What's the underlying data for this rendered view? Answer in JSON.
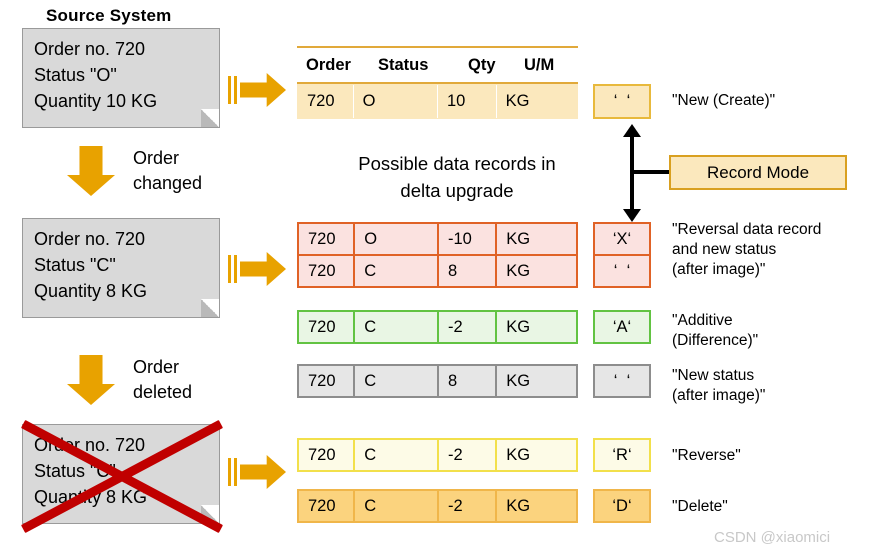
{
  "meta": {
    "source_system_title": "Source System",
    "center_caption_line1": "Possible data records in",
    "center_caption_line2": "delta upgrade",
    "watermark": "CSDN @xiaomici"
  },
  "colors": {
    "arrow_orange": "#e8a200",
    "card_gray": "#d9d9d9",
    "cream_fill": "#fbe8bd",
    "cream_border": "#e8b93c",
    "red_fill": "#fbe2e0",
    "red_border": "#e06226",
    "green_fill": "#e9f6e4",
    "green_border": "#62c342",
    "gray_fill": "#e6e6e6",
    "gray_border": "#8d8d8d",
    "pale_fill": "#fdfbe7",
    "pale_border": "#f2e04b",
    "amber_fill": "#fbd37e",
    "amber_border": "#f0b64a",
    "cross_red": "#c00000",
    "watermark_gray": "#c8c8c8"
  },
  "source_cards": [
    {
      "id": "card-initial",
      "line1": "Order no. 720",
      "line2": "Status \"O\"",
      "line3": "Quantity 10 KG",
      "struck_out": false
    },
    {
      "id": "card-changed",
      "line1": "Order no. 720",
      "line2": "Status \"C\"",
      "line3": "Quantity 8 KG",
      "struck_out": false
    },
    {
      "id": "card-deleted",
      "line1": "Order no. 720",
      "line2": "Status \"C\"",
      "line3": "Quantity 8 KG",
      "struck_out": true
    }
  ],
  "transitions": [
    {
      "id": "transition-changed",
      "line1": "Order",
      "line2": "changed"
    },
    {
      "id": "transition-deleted",
      "id2": "",
      "line1": "Order",
      "line2": "deleted"
    }
  ],
  "table": {
    "headers": [
      "Order",
      "Status",
      "Qty",
      "U/M"
    ],
    "record_mode_callout": "Record Mode",
    "rows": [
      {
        "id": "row-create",
        "variant": "cream",
        "order": "720",
        "status": "O",
        "qty": "10",
        "um": "KG",
        "record_mode": "‘  ‘",
        "description": "\"New (Create)\""
      },
      {
        "id": "row-reversal",
        "variant": "red",
        "order": "720",
        "status": "O",
        "qty": "-10",
        "um": "KG",
        "record_mode": "‘X‘",
        "description": "\"Reversal data record\nand new status\n(after image)\""
      },
      {
        "id": "row-after-image-red",
        "variant": "red",
        "order": "720",
        "status": "C",
        "qty": "8",
        "um": "KG",
        "record_mode": "‘  ‘",
        "description": ""
      },
      {
        "id": "row-additive",
        "variant": "green",
        "order": "720",
        "status": "C",
        "qty": "-2",
        "um": "KG",
        "record_mode": "‘A‘",
        "description": "\"Additive\n(Difference)\""
      },
      {
        "id": "row-new-status",
        "variant": "gray",
        "order": "720",
        "status": "C",
        "qty": "8",
        "um": "KG",
        "record_mode": "‘  ‘",
        "description": "\"New status\n(after image)\""
      },
      {
        "id": "row-reverse",
        "variant": "pale",
        "order": "720",
        "status": "C",
        "qty": "-2",
        "um": "KG",
        "record_mode": "‘R‘",
        "description": "\"Reverse\""
      },
      {
        "id": "row-delete",
        "variant": "amber",
        "order": "720",
        "status": "C",
        "qty": "-2",
        "um": "KG",
        "record_mode": "‘D‘",
        "description": "\"Delete\""
      }
    ]
  }
}
